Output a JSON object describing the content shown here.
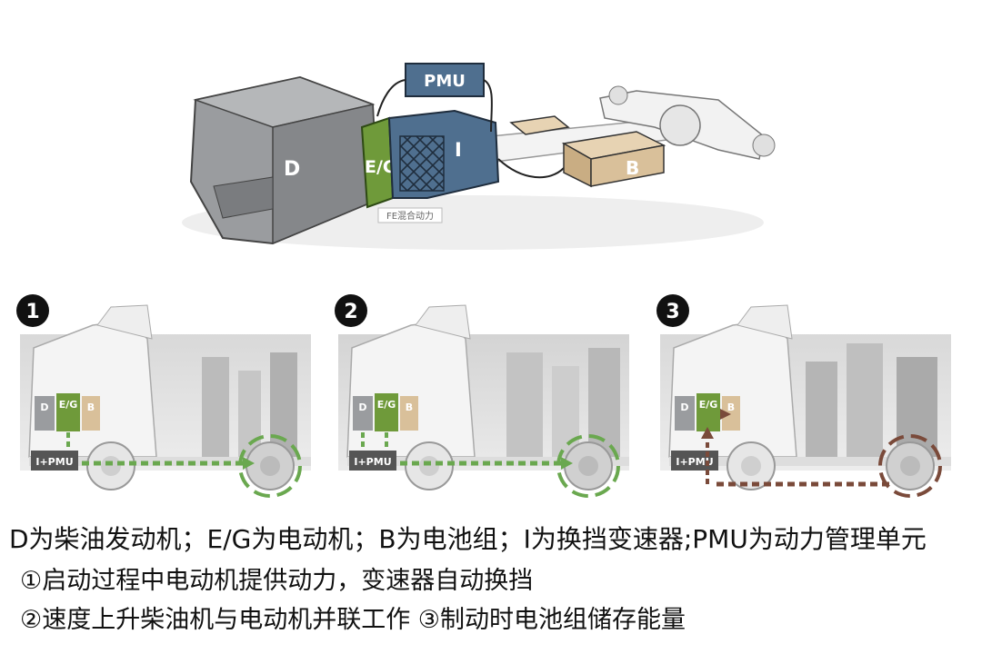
{
  "top_diagram": {
    "label_pmu": "PMU",
    "label_d": "D",
    "label_eg": "E/G",
    "label_i": "I",
    "label_b": "B",
    "watermark": "FE混合动力"
  },
  "panels": [
    {
      "number": "1",
      "label_d": "D",
      "label_eg": "E/G",
      "label_b": "B",
      "label_ipmu": "I+PMU",
      "flow": "drive"
    },
    {
      "number": "2",
      "label_d": "D",
      "label_eg": "E/G",
      "label_b": "B",
      "label_ipmu": "I+PMU",
      "flow": "parallel"
    },
    {
      "number": "3",
      "label_d": "D",
      "label_eg": "E/G",
      "label_b": "B",
      "label_ipmu": "I+PMU",
      "flow": "regen"
    }
  ],
  "captions": {
    "line1": "D为柴油发动机；E/G为电动机；B为电池组；I为换挡变速器;PMU为动力管理单元",
    "line2": "①启动过程中电动机提供动力，变速器自动换挡",
    "line3": "②速度上升柴油机与电动机并联工作 ③制动时电池组储存能量"
  },
  "colors": {
    "engine": "#8d8f92",
    "motor": "#6f9a3a",
    "transmission": "#4f6f8f",
    "battery": "#d9c09a",
    "flow_green": "#6aa84f",
    "flow_brown": "#7a4a3a"
  }
}
